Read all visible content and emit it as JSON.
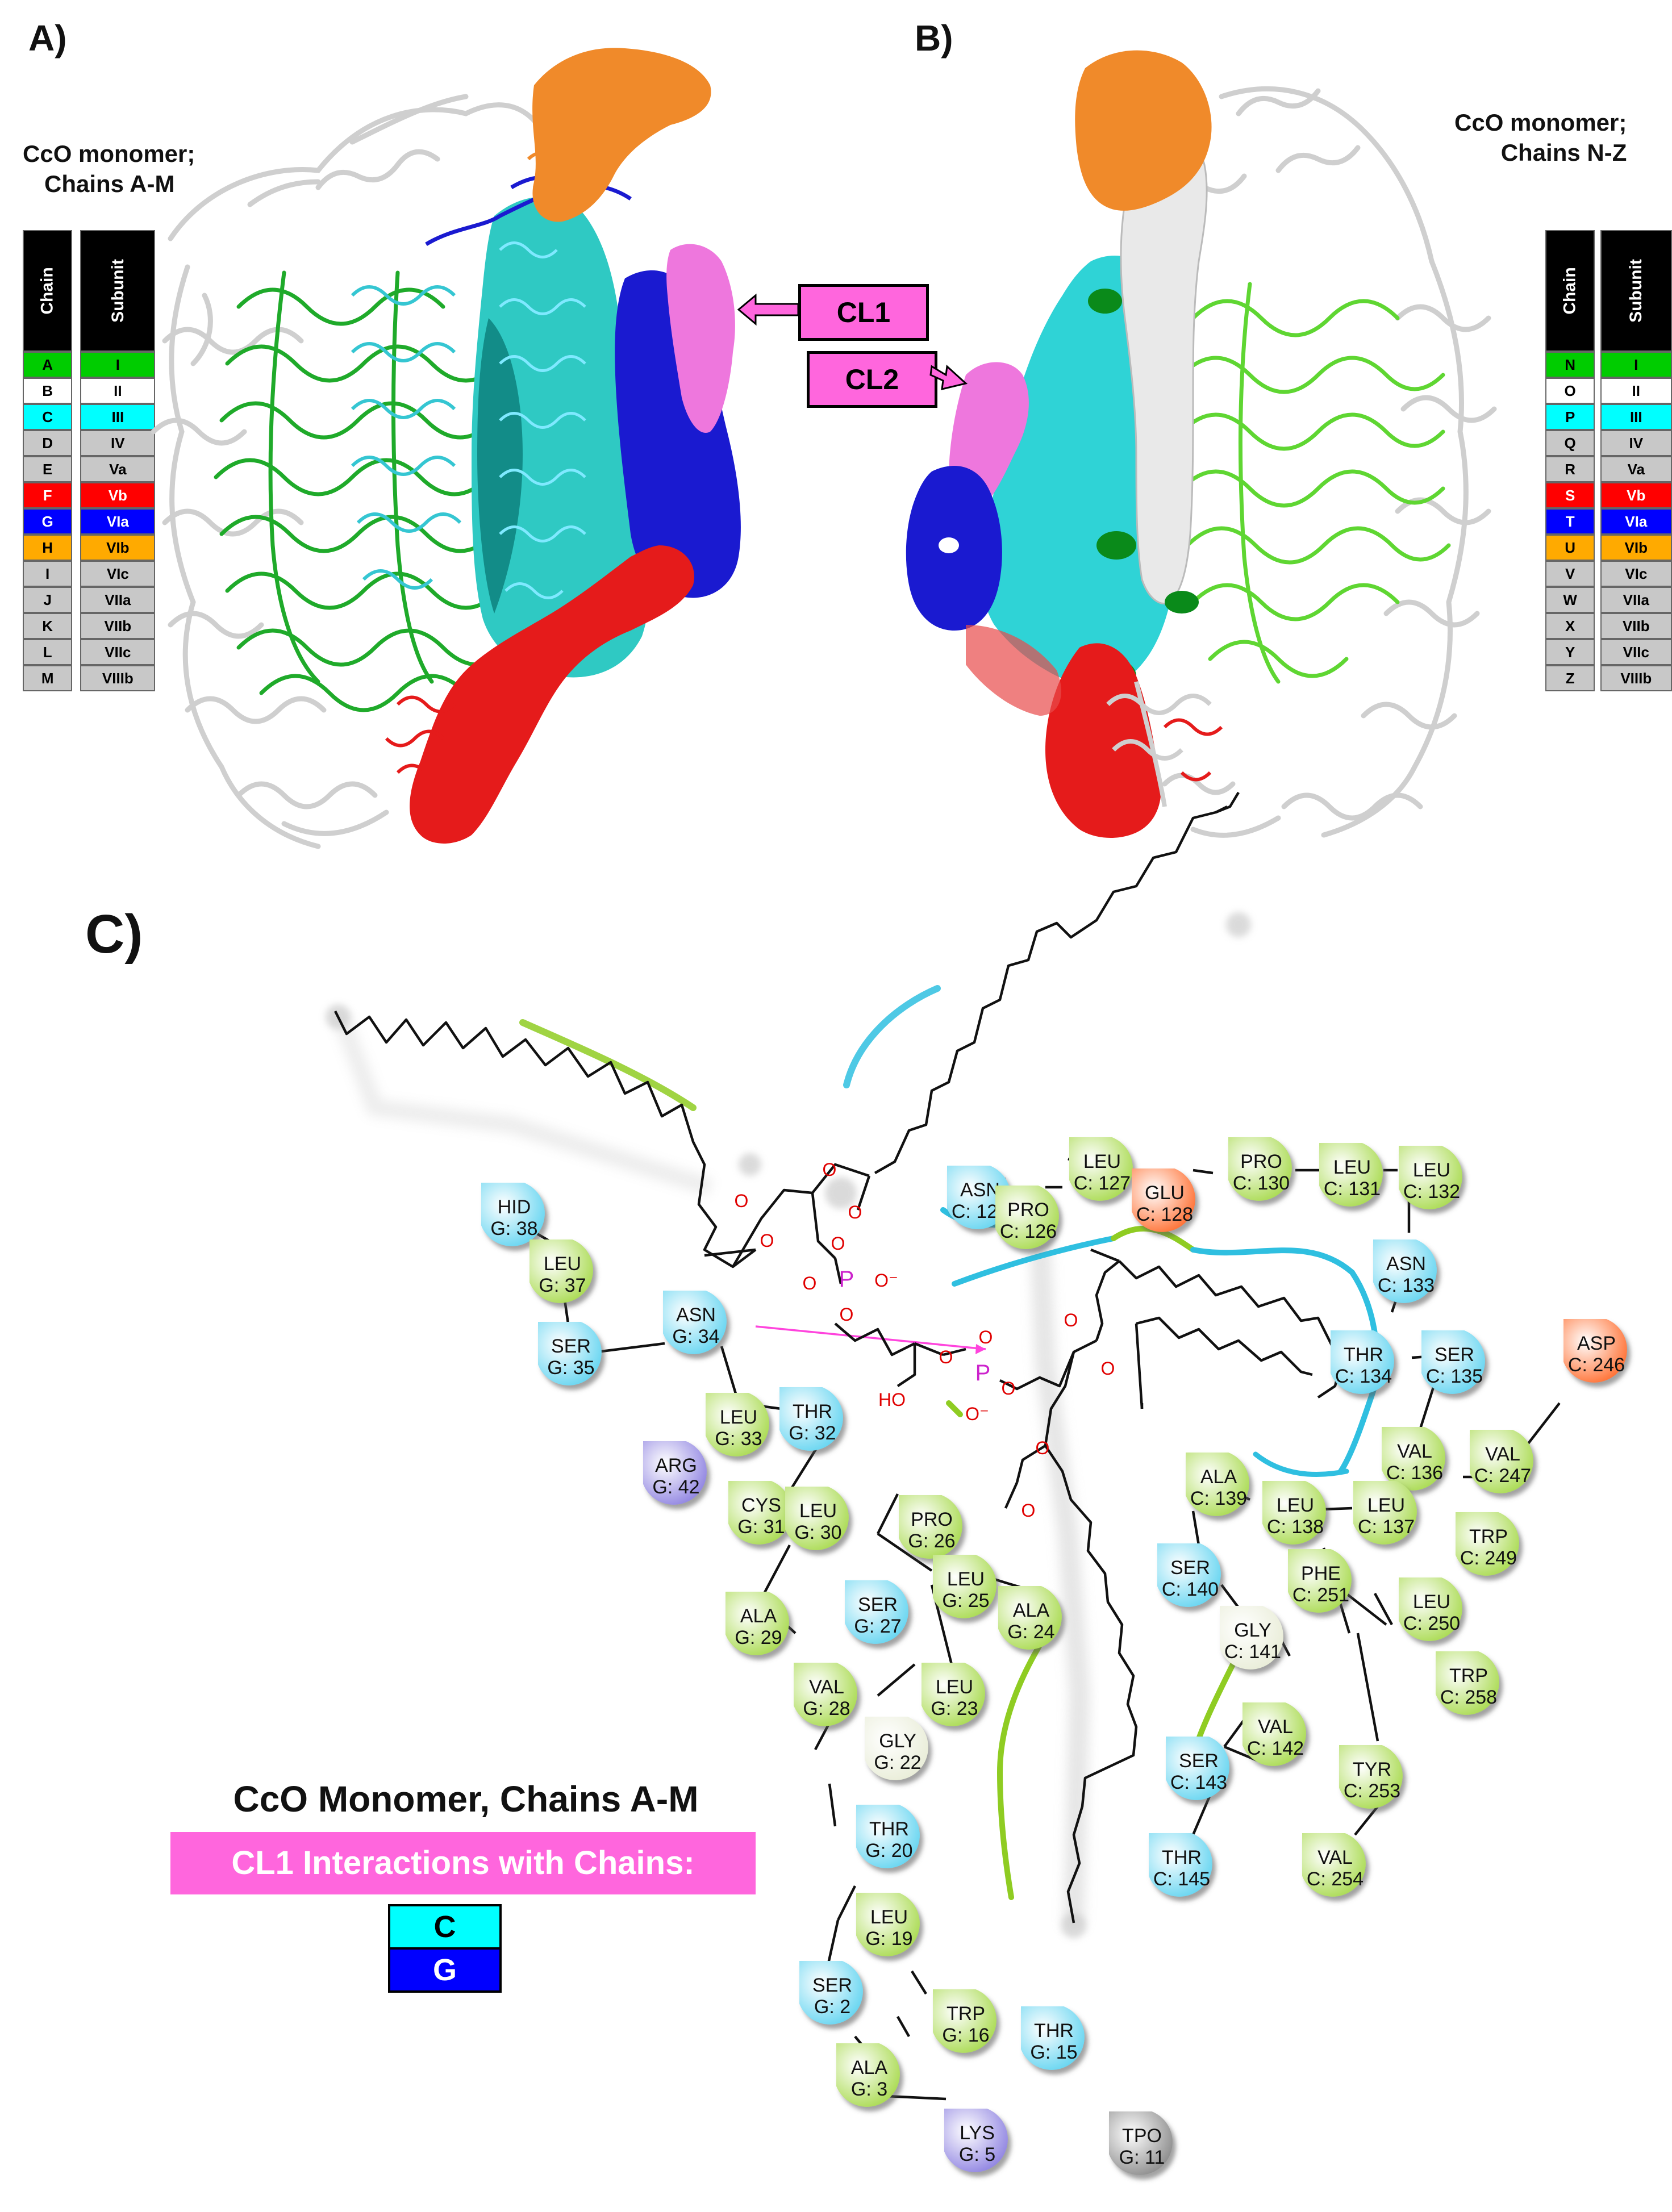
{
  "panels": {
    "a_label": "A)",
    "b_label": "B)",
    "c_label": "C)"
  },
  "panel_a": {
    "header_line1": "CcO monomer;",
    "header_line2": "Chains A-M",
    "col_chain": "Chain",
    "col_subunit": "Subunit",
    "rows": [
      {
        "chain": "A",
        "subunit": "I",
        "color": "#00cc00"
      },
      {
        "chain": "B",
        "subunit": "II",
        "color": "#ffffff"
      },
      {
        "chain": "C",
        "subunit": "III",
        "color": "#00ffff"
      },
      {
        "chain": "D",
        "subunit": "IV",
        "color": "#c8c8c8"
      },
      {
        "chain": "E",
        "subunit": "Va",
        "color": "#c8c8c8"
      },
      {
        "chain": "F",
        "subunit": "Vb",
        "color": "#ff0000"
      },
      {
        "chain": "G",
        "subunit": "VIa",
        "color": "#0000ff"
      },
      {
        "chain": "H",
        "subunit": "VIb",
        "color": "#ffaa00"
      },
      {
        "chain": "I",
        "subunit": "VIc",
        "color": "#c8c8c8"
      },
      {
        "chain": "J",
        "subunit": "VIIa",
        "color": "#c8c8c8"
      },
      {
        "chain": "K",
        "subunit": "VIIb",
        "color": "#c8c8c8"
      },
      {
        "chain": "L",
        "subunit": "VIIc",
        "color": "#c8c8c8"
      },
      {
        "chain": "M",
        "subunit": "VIIIb",
        "color": "#c8c8c8"
      }
    ],
    "callout": "CL1"
  },
  "panel_b": {
    "header_line1": "CcO monomer;",
    "header_line2": "Chains N-Z",
    "col_chain": "Chain",
    "col_subunit": "Subunit",
    "rows": [
      {
        "chain": "N",
        "subunit": "I",
        "color": "#00cc00"
      },
      {
        "chain": "O",
        "subunit": "II",
        "color": "#ffffff"
      },
      {
        "chain": "P",
        "subunit": "III",
        "color": "#00ffff"
      },
      {
        "chain": "Q",
        "subunit": "IV",
        "color": "#c8c8c8"
      },
      {
        "chain": "R",
        "subunit": "Va",
        "color": "#c8c8c8"
      },
      {
        "chain": "S",
        "subunit": "Vb",
        "color": "#ff0000"
      },
      {
        "chain": "T",
        "subunit": "VIa",
        "color": "#0000ff"
      },
      {
        "chain": "U",
        "subunit": "VIb",
        "color": "#ffaa00"
      },
      {
        "chain": "V",
        "subunit": "VIc",
        "color": "#c8c8c8"
      },
      {
        "chain": "W",
        "subunit": "VIIa",
        "color": "#c8c8c8"
      },
      {
        "chain": "X",
        "subunit": "VIIb",
        "color": "#c8c8c8"
      },
      {
        "chain": "Y",
        "subunit": "VIIc",
        "color": "#c8c8c8"
      },
      {
        "chain": "Z",
        "subunit": "VIIIb",
        "color": "#c8c8c8"
      }
    ],
    "callout": "CL2"
  },
  "panel_c": {
    "legend_title": "CcO Monomer, Chains A-M",
    "legend_bar": "CL1 Interactions with Chains:",
    "legend_chips": [
      {
        "label": "C",
        "color": "#00ffff",
        "text_color": "#000000"
      },
      {
        "label": "G",
        "color": "#0000ff",
        "text_color": "#ffffff"
      }
    ],
    "atoms": {
      "o": "O",
      "ominus": "O⁻",
      "p": "P",
      "ho": "HO"
    },
    "residue_colors": {
      "hydrophobic": "#a6d94a",
      "polar": "#5fd3f0",
      "negative": "#ff6a2a",
      "positive": "#8b7fe0",
      "glycine": "#e8ecd6",
      "other": "#888888"
    },
    "residues": [
      {
        "name": "HID",
        "id": "G: 38",
        "type": "polar"
      },
      {
        "name": "LEU",
        "id": "G: 37",
        "type": "hydrophobic"
      },
      {
        "name": "SER",
        "id": "G: 35",
        "type": "polar"
      },
      {
        "name": "ASN",
        "id": "G: 34",
        "type": "polar"
      },
      {
        "name": "LEU",
        "id": "G: 33",
        "type": "hydrophobic"
      },
      {
        "name": "THR",
        "id": "G: 32",
        "type": "polar"
      },
      {
        "name": "ARG",
        "id": "G: 42",
        "type": "positive"
      },
      {
        "name": "CYS",
        "id": "G: 31",
        "type": "hydrophobic"
      },
      {
        "name": "LEU",
        "id": "G: 30",
        "type": "hydrophobic"
      },
      {
        "name": "PRO",
        "id": "G: 26",
        "type": "hydrophobic"
      },
      {
        "name": "ALA",
        "id": "G: 29",
        "type": "hydrophobic"
      },
      {
        "name": "SER",
        "id": "G: 27",
        "type": "polar"
      },
      {
        "name": "LEU",
        "id": "G: 25",
        "type": "hydrophobic"
      },
      {
        "name": "ALA",
        "id": "G: 24",
        "type": "hydrophobic"
      },
      {
        "name": "VAL",
        "id": "G: 28",
        "type": "hydrophobic"
      },
      {
        "name": "LEU",
        "id": "G: 23",
        "type": "hydrophobic"
      },
      {
        "name": "GLY",
        "id": "G: 22",
        "type": "glycine"
      },
      {
        "name": "THR",
        "id": "G: 20",
        "type": "polar"
      },
      {
        "name": "LEU",
        "id": "G: 19",
        "type": "hydrophobic"
      },
      {
        "name": "SER",
        "id": "G: 2",
        "type": "polar"
      },
      {
        "name": "TRP",
        "id": "G: 16",
        "type": "hydrophobic"
      },
      {
        "name": "ALA",
        "id": "G: 3",
        "type": "hydrophobic"
      },
      {
        "name": "THR",
        "id": "G: 15",
        "type": "polar"
      },
      {
        "name": "LYS",
        "id": "G: 5",
        "type": "positive"
      },
      {
        "name": "TPO",
        "id": "G: 11",
        "type": "other"
      },
      {
        "name": "ASN",
        "id": "C: 125",
        "type": "polar"
      },
      {
        "name": "LEU",
        "id": "C: 127",
        "type": "hydrophobic"
      },
      {
        "name": "PRO",
        "id": "C: 126",
        "type": "hydrophobic"
      },
      {
        "name": "GLU",
        "id": "C: 128",
        "type": "negative"
      },
      {
        "name": "PRO",
        "id": "C: 130",
        "type": "hydrophobic"
      },
      {
        "name": "LEU",
        "id": "C: 131",
        "type": "hydrophobic"
      },
      {
        "name": "LEU",
        "id": "C: 132",
        "type": "hydrophobic"
      },
      {
        "name": "ASN",
        "id": "C: 133",
        "type": "polar"
      },
      {
        "name": "THR",
        "id": "C: 134",
        "type": "polar"
      },
      {
        "name": "SER",
        "id": "C: 135",
        "type": "polar"
      },
      {
        "name": "ASP",
        "id": "C: 246",
        "type": "negative"
      },
      {
        "name": "VAL",
        "id": "C: 136",
        "type": "hydrophobic"
      },
      {
        "name": "VAL",
        "id": "C: 247",
        "type": "hydrophobic"
      },
      {
        "name": "ALA",
        "id": "C: 139",
        "type": "hydrophobic"
      },
      {
        "name": "LEU",
        "id": "C: 138",
        "type": "hydrophobic"
      },
      {
        "name": "LEU",
        "id": "C: 137",
        "type": "hydrophobic"
      },
      {
        "name": "TRP",
        "id": "C: 249",
        "type": "hydrophobic"
      },
      {
        "name": "SER",
        "id": "C: 140",
        "type": "polar"
      },
      {
        "name": "PHE",
        "id": "C: 251",
        "type": "hydrophobic"
      },
      {
        "name": "LEU",
        "id": "C: 250",
        "type": "hydrophobic"
      },
      {
        "name": "GLY",
        "id": "C: 141",
        "type": "glycine"
      },
      {
        "name": "TRP",
        "id": "C: 258",
        "type": "hydrophobic"
      },
      {
        "name": "VAL",
        "id": "C: 142",
        "type": "hydrophobic"
      },
      {
        "name": "SER",
        "id": "C: 143",
        "type": "polar"
      },
      {
        "name": "TYR",
        "id": "C: 253",
        "type": "hydrophobic"
      },
      {
        "name": "THR",
        "id": "C: 145",
        "type": "polar"
      },
      {
        "name": "VAL",
        "id": "C: 254",
        "type": "hydrophobic"
      }
    ]
  }
}
